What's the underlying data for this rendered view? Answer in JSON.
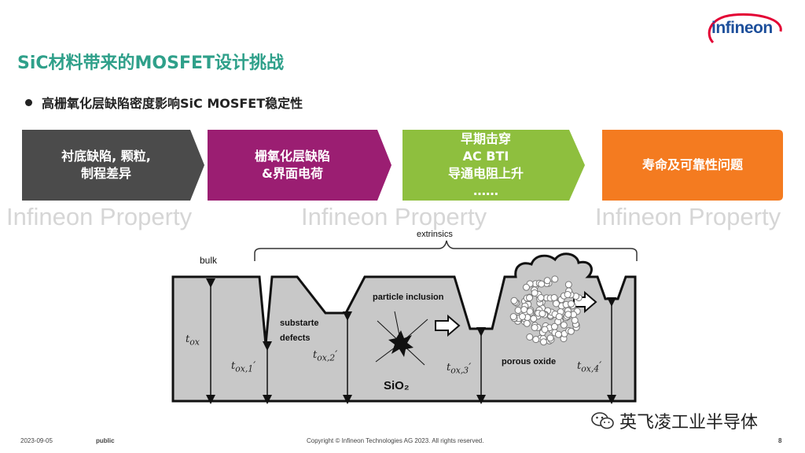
{
  "header": {
    "title": "SiC材料带来的MOSFET设计挑战",
    "logo_text": "infineon"
  },
  "bullet": "高栅氧化层缺陷密度影响SiC MOSFET稳定性",
  "flow": [
    {
      "text": "衬底缺陷, 颗粒,\n制程差异",
      "color": "#4b4b4b"
    },
    {
      "text": "栅氧化层缺陷\n&界面电荷",
      "color": "#9b1e72"
    },
    {
      "text": "早期击穿\nAC BTI\n导通电阻上升\n……",
      "color": "#8ebf3e"
    },
    {
      "text": "寿命及可靠性问题",
      "color": "#f47b20"
    }
  ],
  "watermarks": [
    "Infineon Property",
    "Infineon Property",
    "Infineon Property"
  ],
  "diagram": {
    "extrinsics": "extrinsics",
    "bulk": "bulk",
    "substrate_defects": "substarte\ndefects",
    "particle_inclusion": "particle inclusion",
    "porous_oxide": "porous oxide",
    "sio2": "SiO₂",
    "tox": "t",
    "tox_sub": "ox",
    "tox1": "t",
    "tox1_sub": "ox,1",
    "tox2_sub": "ox,2",
    "tox3_sub": "ox,3",
    "tox4_sub": "ox,4",
    "prime": "′"
  },
  "footer": {
    "date": "2023-09-05",
    "classification": "public",
    "copyright": "Copyright © Infineon Technologies AG 2023. All rights reserved.",
    "page": "8"
  },
  "wechat_label": "英飞凌工业半导体"
}
